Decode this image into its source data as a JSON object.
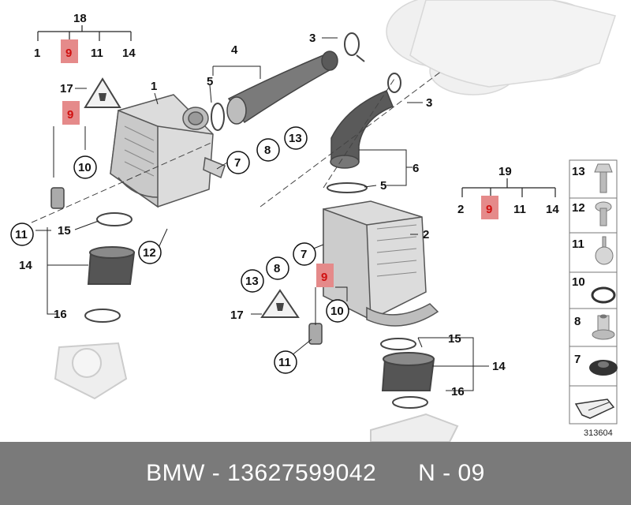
{
  "diagram": {
    "callouts": {
      "top_group_parent": "18",
      "top_group_children": [
        "1",
        "9",
        "11",
        "14"
      ],
      "right_group_parent": "19",
      "right_group_children": [
        "2",
        "9",
        "11",
        "14"
      ],
      "n1": "1",
      "n2": "2",
      "n3a": "3",
      "n3b": "3",
      "n4": "4",
      "n5a": "5",
      "n5b": "5",
      "n6": "6",
      "n7a": "7",
      "n7b": "7",
      "n8a": "8",
      "n8b": "8",
      "n13a": "13",
      "n13b": "13",
      "n9a": "9",
      "n9b": "9",
      "n10a": "10",
      "n10b": "10",
      "n11a": "11",
      "n11b": "11",
      "n12": "12",
      "n14a": "14",
      "n14b": "14",
      "n15a": "15",
      "n15b": "15",
      "n16a": "16",
      "n16b": "16",
      "n17a": "17",
      "n17b": "17"
    },
    "legend_items": [
      "13",
      "12",
      "11",
      "10",
      "8",
      "7"
    ],
    "figure_number": "313604",
    "highlight_color": "#e58a8a",
    "highlight_text_color": "#d01010"
  },
  "footer": {
    "text": "BMW - 13627599042      N - 09"
  }
}
